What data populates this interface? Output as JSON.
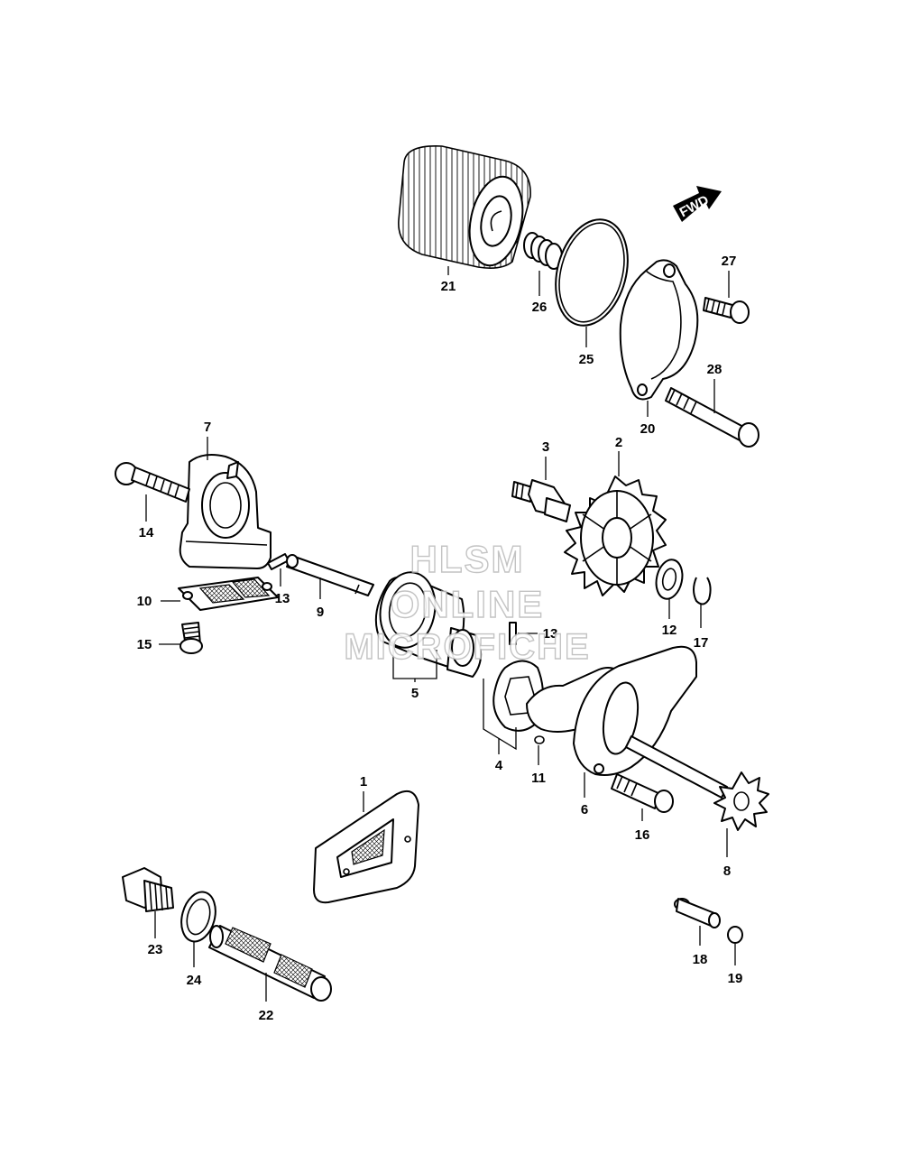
{
  "fwd_label": "FWD",
  "watermark": {
    "line1": "HLSM",
    "line2": "ONLINE",
    "line3": "MICROFICHE"
  },
  "parts": {
    "p1": "1",
    "p2": "2",
    "p3": "3",
    "p4": "4",
    "p5": "5",
    "p6": "6",
    "p7": "7",
    "p8": "8",
    "p9": "9",
    "p10": "10",
    "p11": "11",
    "p12": "12",
    "p13a": "13",
    "p13b": "13",
    "p14": "14",
    "p15": "15",
    "p16": "16",
    "p17": "17",
    "p18": "18",
    "p19": "19",
    "p20": "20",
    "p21": "21",
    "p22": "22",
    "p23": "23",
    "p24": "24",
    "p25": "25",
    "p26": "26",
    "p27": "27",
    "p28": "28"
  }
}
